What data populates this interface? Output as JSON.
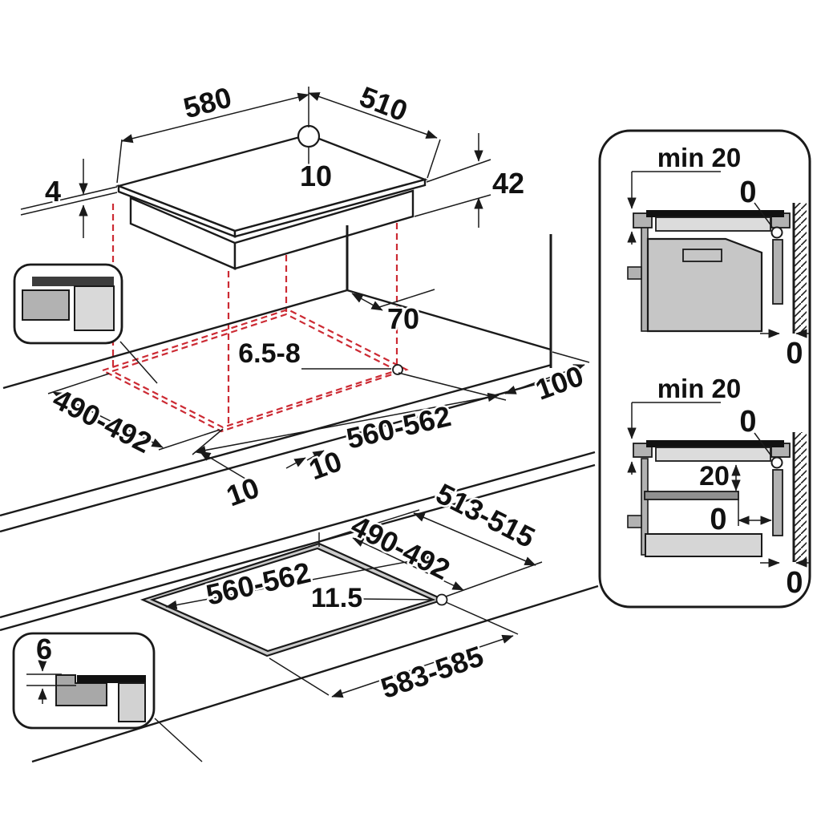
{
  "title": "Built-in hob installation dimensions diagram",
  "colors": {
    "line": "#1a1a1a",
    "projection_dashed": "#cc2a33",
    "glass_black": "#111111",
    "gray_mid": "#b2b2b2",
    "gray_light": "#d9d9d9",
    "oven_gray": "#c6c6c6",
    "shelf_gray": "#909090"
  },
  "top_view": {
    "width": "580",
    "depth": "510",
    "hole": "10",
    "glass_thickness": "4",
    "body_height": "42"
  },
  "middle_view": {
    "cutout_depth": "490-492",
    "rear_clearance": "70",
    "corner_radius": "6.5-8",
    "side_clearance": "100",
    "cutout_width": "560-562",
    "overhang_left": "10",
    "overhang_front": "10"
  },
  "bottom_view": {
    "outer_depth": "513-515",
    "inner_depth": "490-492",
    "inner_width": "560-562",
    "step_width": "11.5",
    "outer_width": "583-585"
  },
  "side_sections": {
    "top": {
      "top_clearance": "min 20",
      "wall_gap": "0",
      "side_gap": "0"
    },
    "bottom": {
      "top_clearance": "min 20",
      "wall_gap": "0",
      "shelf_clearance": "20",
      "shelf_gap": "0",
      "side_gap": "0"
    }
  },
  "flush_inset": {
    "recess_depth": "6"
  }
}
